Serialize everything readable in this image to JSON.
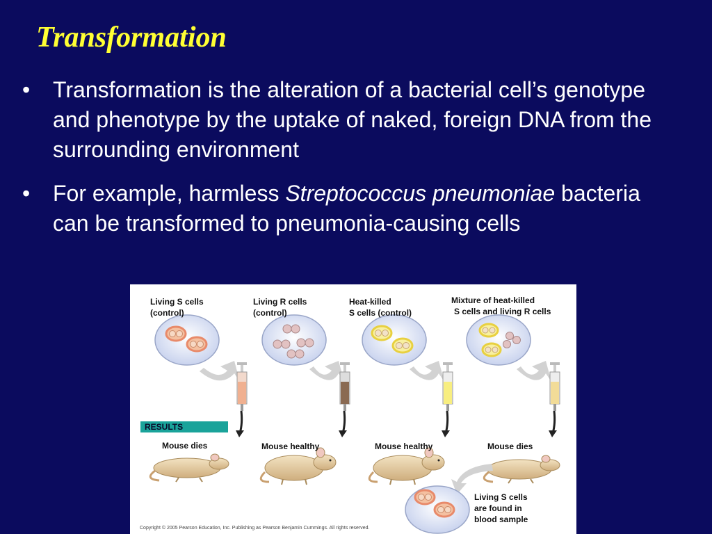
{
  "slide": {
    "title": "Transformation",
    "bullets": [
      {
        "text": "Transformation is the alteration of a bacterial cell’s genotype and phenotype by the uptake of naked, foreign DNA from the surrounding environment"
      },
      {
        "pre": "For example, harmless ",
        "italic": "Streptococcus pneumoniae",
        "post": " bacteria can be transformed to pneumonia-causing cells"
      }
    ]
  },
  "figure": {
    "columns": [
      {
        "label_line1": "Living S cells",
        "label_line2": "(control)",
        "outcome": "Mouse dies"
      },
      {
        "label_line1": "Living R cells",
        "label_line2": "(control)",
        "outcome": "Mouse healthy"
      },
      {
        "label_line1": "Heat-killed",
        "label_line2": "S cells (control)",
        "outcome": "Mouse healthy"
      },
      {
        "label_line1": "Mixture of heat-killed",
        "label_line2": "S cells and living R cells",
        "outcome": "Mouse dies"
      }
    ],
    "results_label": "RESULTS",
    "blood_sample": {
      "line1": "Living S cells",
      "line2": "are found in",
      "line3": "blood sample"
    },
    "copyright": "Copyright © 2005 Pearson Education, Inc. Publishing as Pearson Benjamin Cummings. All rights reserved."
  },
  "colors": {
    "background": "#0b0b5e",
    "title": "#ffff33",
    "text": "#ffffff",
    "results_bar": "#1aa39a"
  }
}
